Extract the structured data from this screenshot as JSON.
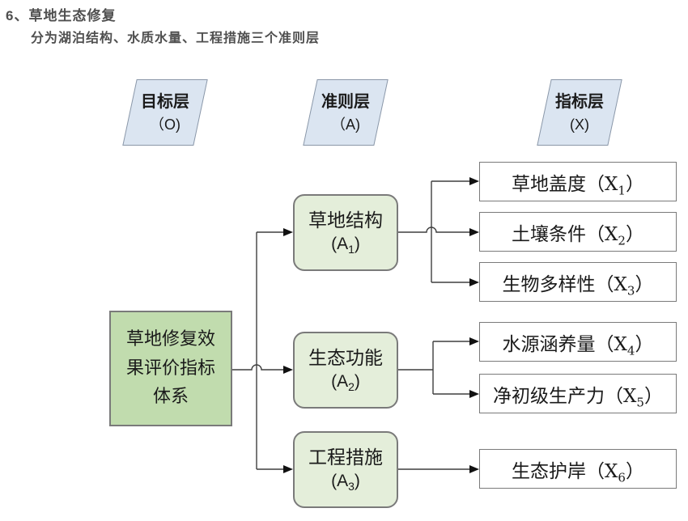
{
  "title": "6、草地生态修复",
  "subtitle": "分为湖泊结构、水质水量、工程措施三个准则层",
  "layers": [
    {
      "line1": "目标层",
      "line2": "（O)"
    },
    {
      "line1": "准则层",
      "line2": "（A)"
    },
    {
      "line1": "指标层",
      "line2": "(X)"
    }
  ],
  "goal": {
    "label": "草地修复效果评价指标体系"
  },
  "criteria": [
    {
      "name": "草地结构",
      "code_pre": "(A",
      "code_sub": "1",
      "code_post": ")"
    },
    {
      "name": "生态功能",
      "code_pre": "(A",
      "code_sub": "2",
      "code_post": ")"
    },
    {
      "name": "工程措施",
      "code_pre": "(A",
      "code_sub": "3",
      "code_post": ")"
    }
  ],
  "indicators": [
    {
      "pre": "草地盖度（X",
      "sub": "1",
      "post": "）"
    },
    {
      "pre": "土壤条件（X",
      "sub": "2",
      "post": "）"
    },
    {
      "pre": "生物多样性（X",
      "sub": "3",
      "post": "）"
    },
    {
      "pre": "水源涵养量（X",
      "sub": "4",
      "post": "）"
    },
    {
      "pre": "净初级生产力（X",
      "sub": "5",
      "post": "）"
    },
    {
      "pre": "生态护岸（X",
      "sub": "6",
      "post": "）"
    }
  ],
  "colors": {
    "title_color": "#4f4f4f",
    "layer_fill": "#dbe5f1",
    "layer_border": "#8a97a8",
    "goal_fill": "#c1dcae",
    "criterion_fill": "#e4eeda",
    "indicator_fill": "#ffffff",
    "node_border": "#7a7a7a",
    "line_color": "#3f3f3f",
    "arrow_color": "#111111",
    "node_text": "#1a1a1a"
  }
}
